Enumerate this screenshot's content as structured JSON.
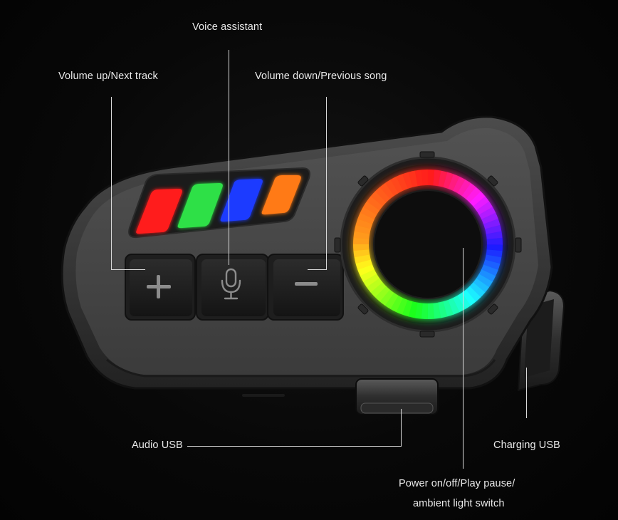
{
  "labels": {
    "voice_assistant": "Voice assistant",
    "volume_up": "Volume up/Next track",
    "volume_down": "Volume down/Previous song",
    "audio_usb": "Audio USB",
    "charging_usb": "Charging USB",
    "power_line1": "Power on/off/Play pause/",
    "power_line2": "ambient light switch"
  },
  "buttons": {
    "plus_glyph": "+",
    "minus_glyph": "−"
  },
  "colors": {
    "background": "#050505",
    "led_red": "#ff1e1e",
    "led_green": "#2ee046",
    "led_blue": "#1f3bff",
    "led_orange": "#ff7a12",
    "label_text": "#e9e9e9"
  },
  "icons": {
    "mic": "microphone-icon",
    "plus": "plus-icon",
    "minus": "minus-icon"
  }
}
